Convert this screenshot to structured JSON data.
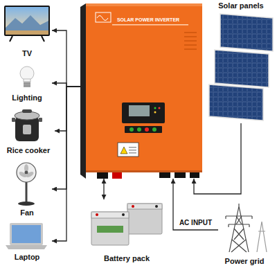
{
  "diagram": {
    "nodes": [
      {
        "text": [
          "TV"
        ]
      },
      {
        "text": [
          "Lighting"
        ]
      },
      {
        "text": [
          "Rice cooker"
        ]
      },
      {
        "text": [
          "Fan"
        ]
      },
      {
        "text": [
          "Laptop"
        ]
      },
      {
        "text": [
          "SOLAR POWER INVERTER"
        ]
      },
      {
        "text": [
          "Solar panels"
        ]
      },
      {
        "text": [
          "Battery pack"
        ]
      },
      {
        "text": [
          "Power grid"
        ]
      }
    ],
    "edges": [
      {
        "from": 5,
        "to": 0,
        "arrow": "to"
      },
      {
        "from": 5,
        "to": 1,
        "arrow": "to"
      },
      {
        "from": 5,
        "to": 2,
        "arrow": "to"
      },
      {
        "from": 5,
        "to": 3,
        "arrow": "to"
      },
      {
        "from": 5,
        "to": 4,
        "arrow": "to"
      },
      {
        "from": 6,
        "to": 5,
        "arrow": "to"
      },
      {
        "from": 5,
        "to": 7,
        "arrow": "both"
      },
      {
        "from": 8,
        "to": 5,
        "arrow": "to",
        "label": "AC INPUT"
      }
    ]
  }
}
